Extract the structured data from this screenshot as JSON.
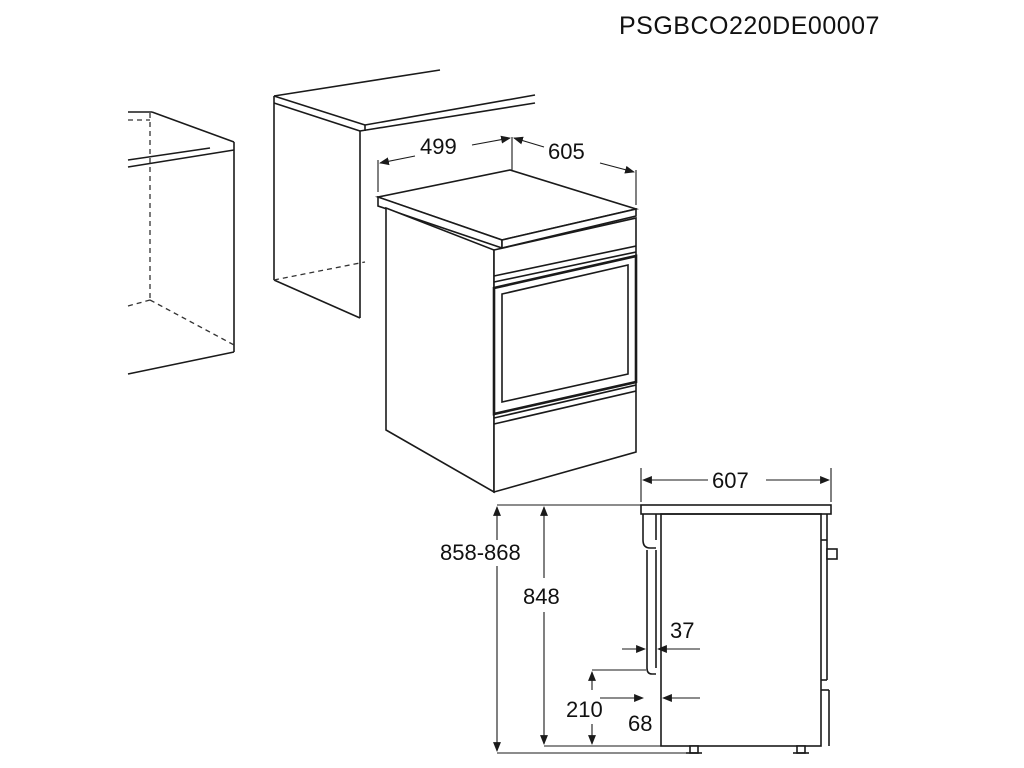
{
  "product_code": "PSGBCO220DE00007",
  "dimensions": {
    "top_width": "499",
    "top_depth": "605",
    "side_depth": "607",
    "total_height": "858-868",
    "body_height": "848",
    "offset_37": "37",
    "offset_210": "210",
    "offset_68": "68"
  },
  "colors": {
    "line": "#1a1a1a",
    "background": "#ffffff"
  }
}
